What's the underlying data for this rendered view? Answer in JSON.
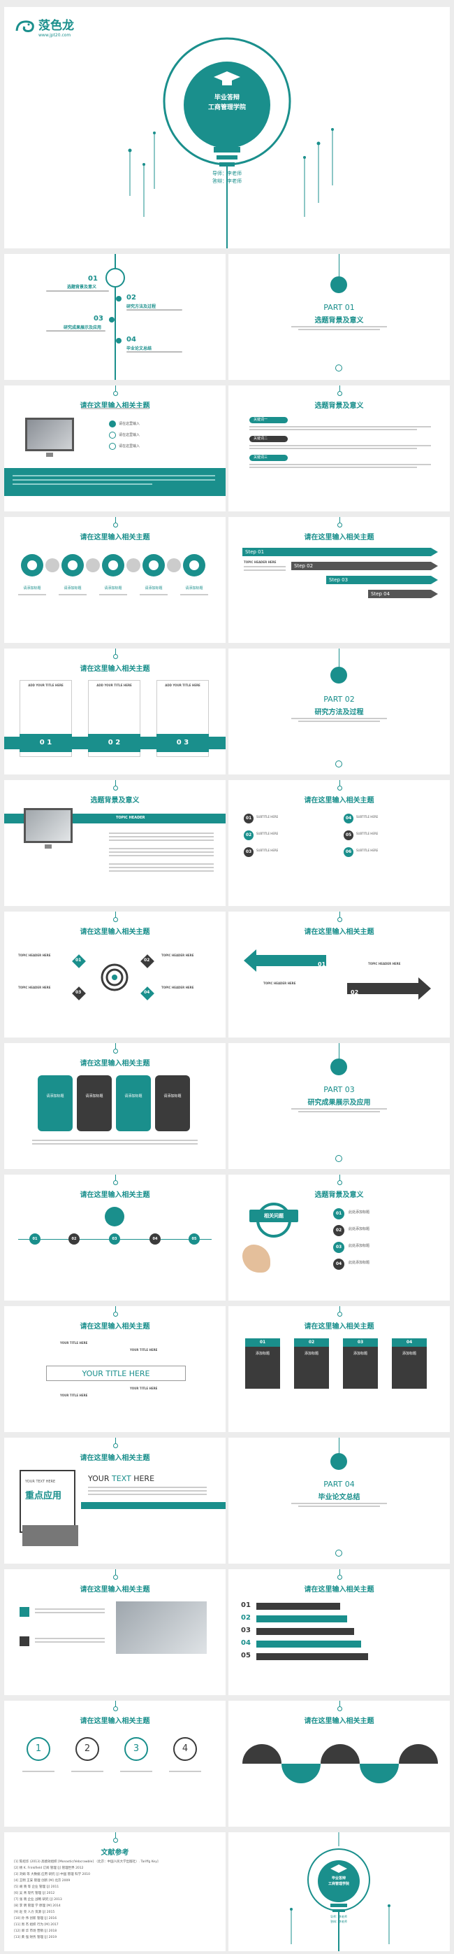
{
  "logo": {
    "brand": "莈色龙",
    "url": "www.jpt20.com"
  },
  "cover": {
    "school1": "毕业答辩",
    "school2": "工商管理学院",
    "author_line1": "导师：李老师",
    "author_line2": "答辩：李老师"
  },
  "toc": {
    "items": [
      {
        "num": "01",
        "label": "选题背景及意义"
      },
      {
        "num": "02",
        "label": "研究方法及过程"
      },
      {
        "num": "03",
        "label": "研究成果展示及应用"
      },
      {
        "num": "04",
        "label": "毕业论文总结"
      }
    ]
  },
  "sections": [
    {
      "part": "PART 01",
      "name": "选题背景及意义"
    },
    {
      "part": "PART 02",
      "name": "研究方法及过程"
    },
    {
      "part": "PART 03",
      "name": "研究成果展示及应用"
    },
    {
      "part": "PART 04",
      "name": "毕业论文总结"
    }
  ],
  "generic_title": "请在这里输入相关主题",
  "bg_title": "选题背景及意义",
  "related_title": "请在这里输入相关主题",
  "slide3": {
    "bullets": [
      "请在这里输入",
      "请在这里输入",
      "请在这里输入"
    ]
  },
  "slide4": {
    "labels": [
      "关键词一",
      "关键词二",
      "关键词三"
    ]
  },
  "gears": {
    "labels": [
      "请添加标题",
      "请添加标题",
      "请添加标题",
      "请添加标题",
      "请添加标题"
    ]
  },
  "steps": {
    "labels": [
      "Step 01",
      "Step 02",
      "Step 03",
      "Step 04"
    ],
    "heading": "TOPIC HEADER HERE"
  },
  "add_title": {
    "headers": [
      "ADD YOUR TITLE HERE",
      "ADD YOUR TITLE HERE",
      "ADD YOUR TITLE HERE"
    ],
    "nums": [
      "0 1",
      "0 2",
      "0 3"
    ]
  },
  "bg2": {
    "heading": "TOPIC HEADER"
  },
  "subtitles": {
    "nums": [
      "01",
      "02",
      "03",
      "04",
      "05",
      "06"
    ],
    "label": "SUBTITLE HERE"
  },
  "target": {
    "nums": [
      "01",
      "02",
      "03",
      "04"
    ],
    "label": "TOPIC HEADER HERE"
  },
  "arrows": {
    "nums": [
      "01",
      "02"
    ],
    "label": "TOPIC HEADER HERE"
  },
  "cards": {
    "label": "请添加标题"
  },
  "timeline": {
    "nums": [
      "01",
      "02",
      "03",
      "04",
      "05"
    ]
  },
  "magnify": {
    "label": "相关问题",
    "items": [
      "01",
      "02",
      "03",
      "04"
    ],
    "item_label": "此处添加标题"
  },
  "yourtitle": {
    "center": "YOUR TITLE HERE",
    "small": "YOUR TITLE HERE"
  },
  "quad": {
    "nums": [
      "01",
      "02",
      "03",
      "04"
    ],
    "label": "添加标题"
  },
  "focus": {
    "small": "YOUR TEXT HERE",
    "big": "重点应用",
    "head1": "YOUR ",
    "head2": "TEXT",
    "head3": " HERE"
  },
  "numlist": {
    "nums": [
      "01",
      "02",
      "03",
      "04",
      "05"
    ]
  },
  "circles": {
    "nums": [
      "1",
      "2",
      "3",
      "4"
    ]
  },
  "refs": {
    "title": "文献参考",
    "lines": [
      "[1] 陈绍华 (2013) 高绩效组织 [Monastic/Vebcrawble] （北京：中国人民大学出版社）. Tariffg Key]",
      "[2] 杨 K. Frinkfield 订阅 管理 [J] 管理世界 2012",
      "[3] 刘娟 等 大数据 应用 研究 [J] 中国 管理 科学 2010",
      "[4] 王明 王安 管理 创新 [M] 北京 2009",
      "[5] 胡 晓 等 企业 管理 [J] 2011",
      "[6] 吴 青 现代 管理 [J] 2012",
      "[7] 张 晓 企业 战略 研究 [J] 2013",
      "[8] 李 明 管理 学 原理 [M] 2014",
      "[9] 赵 亮 人力 资源 [J] 2015",
      "[10] 孙 伟 创新 管理 [J] 2016",
      "[11] 周 杰 组织 行为 [M] 2017",
      "[12] 郑 华 市场 营销 [J] 2018",
      "[13] 黄 强 财务 管理 [J] 2019"
    ]
  },
  "end": {
    "line1": "毕业答辩",
    "line2": "工商管理学院",
    "a1": "导师：李老师",
    "a2": "答辩：李老师"
  }
}
